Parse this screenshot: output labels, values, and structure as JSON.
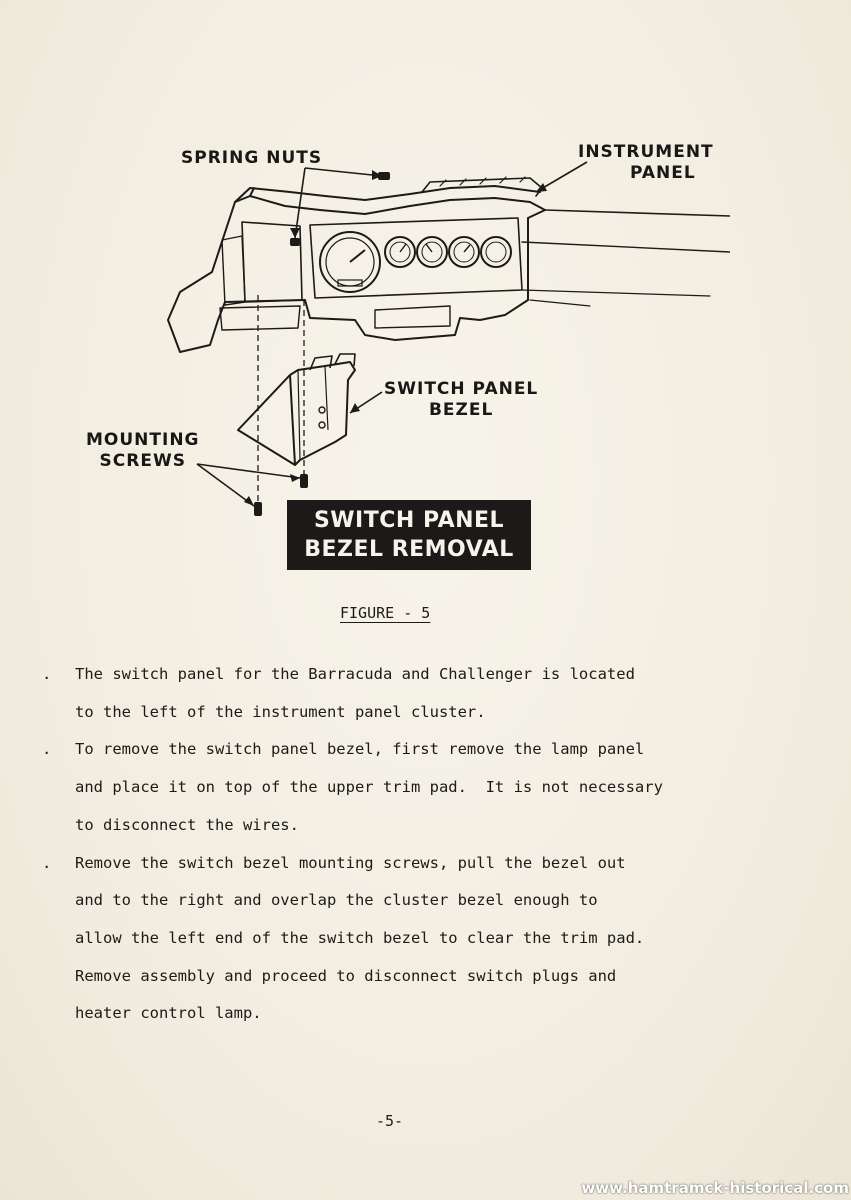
{
  "figure": {
    "labels": {
      "spring_nuts": "SPRING NUTS",
      "instrument_panel_line1": "INSTRUMENT",
      "instrument_panel_line2": "PANEL",
      "switch_panel_bezel_line1": "SWITCH PANEL",
      "switch_panel_bezel_line2": "BEZEL",
      "mounting_screws_line1": "MOUNTING",
      "mounting_screws_line2": "SCREWS"
    },
    "title_line1": "SWITCH PANEL",
    "title_line2": "BEZEL REMOVAL",
    "caption": "FIGURE - 5"
  },
  "body": {
    "bullet_symbol": ".",
    "paragraphs": [
      "The switch panel for the Barracuda and Challenger is located\nto the left of the instrument panel cluster.",
      "To remove the switch panel bezel, first remove the lamp panel\nand place it on top of the upper trim pad.  It is not necessary\nto disconnect the wires.",
      "Remove the switch bezel mounting screws, pull the bezel out\nand to the right and overlap the cluster bezel enough to\nallow the left end of the switch bezel to clear the trim pad.\nRemove assembly and proceed to disconnect switch plugs and\nheater control lamp."
    ]
  },
  "page_number": "-5-",
  "watermark": "www.hamtramck-historical.com"
}
